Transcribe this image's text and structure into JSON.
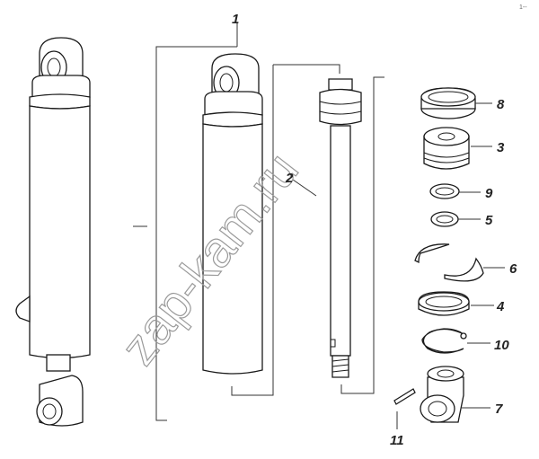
{
  "diagram": {
    "watermark": "zap-kam.ru",
    "corner_mark": "1--",
    "callouts": [
      {
        "id": "1",
        "label": "1"
      },
      {
        "id": "2",
        "label": "2"
      },
      {
        "id": "3",
        "label": "3"
      },
      {
        "id": "4",
        "label": "4"
      },
      {
        "id": "5",
        "label": "5"
      },
      {
        "id": "6",
        "label": "6"
      },
      {
        "id": "7",
        "label": "7"
      },
      {
        "id": "8",
        "label": "8"
      },
      {
        "id": "9",
        "label": "9"
      },
      {
        "id": "10",
        "label": "10"
      },
      {
        "id": "11",
        "label": "11"
      }
    ]
  }
}
